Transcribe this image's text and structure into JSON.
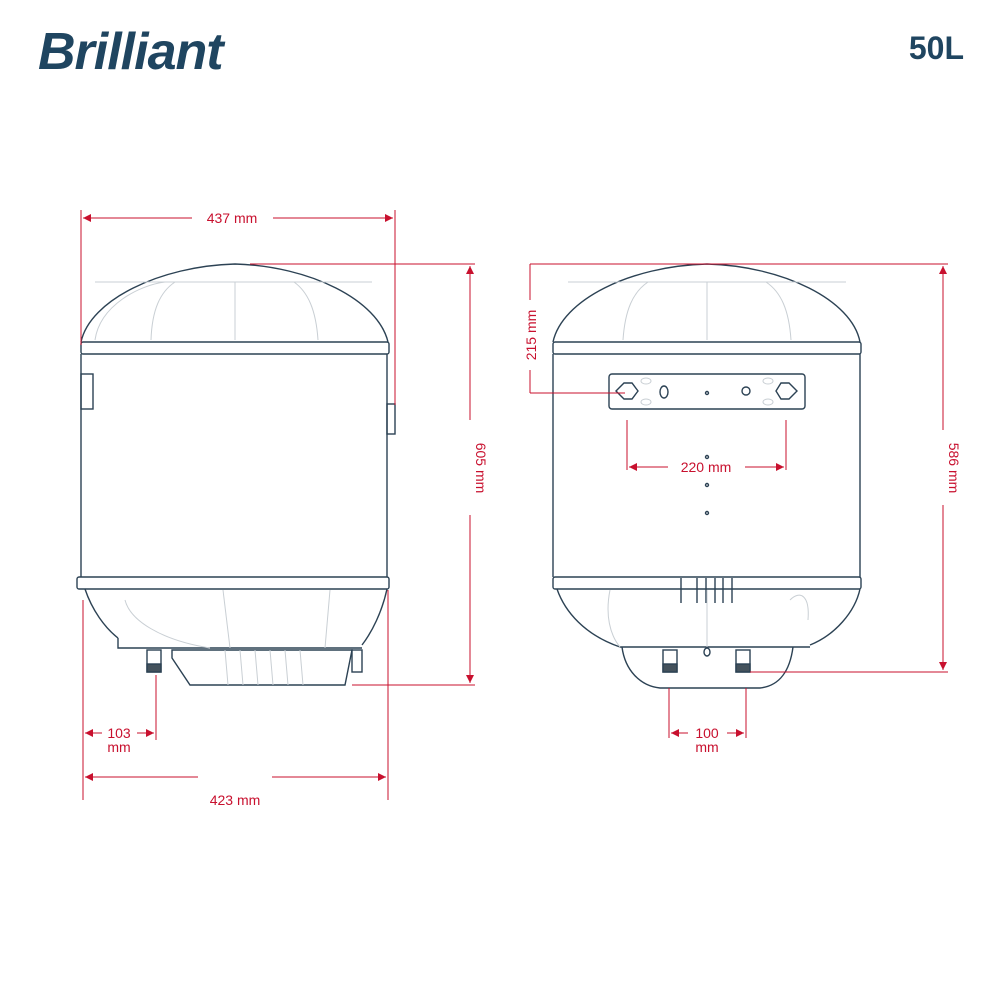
{
  "header": {
    "brand": "Brilliant",
    "capacity": "50L"
  },
  "colors": {
    "brand": "#1f4560",
    "dimension": "#c8102e",
    "outline": "#2c4254",
    "detail": "#c9cfd4"
  },
  "side_view": {
    "width_top": "437 mm",
    "height": "605 mm",
    "pipe_offset_value": "103",
    "pipe_offset_unit": "mm",
    "width_bottom": "423 mm"
  },
  "front_view": {
    "bracket_height": "215 mm",
    "bracket_spacing": "220 mm",
    "height": "586 mm",
    "pipe_spacing_value": "100",
    "pipe_spacing_unit": "mm"
  }
}
